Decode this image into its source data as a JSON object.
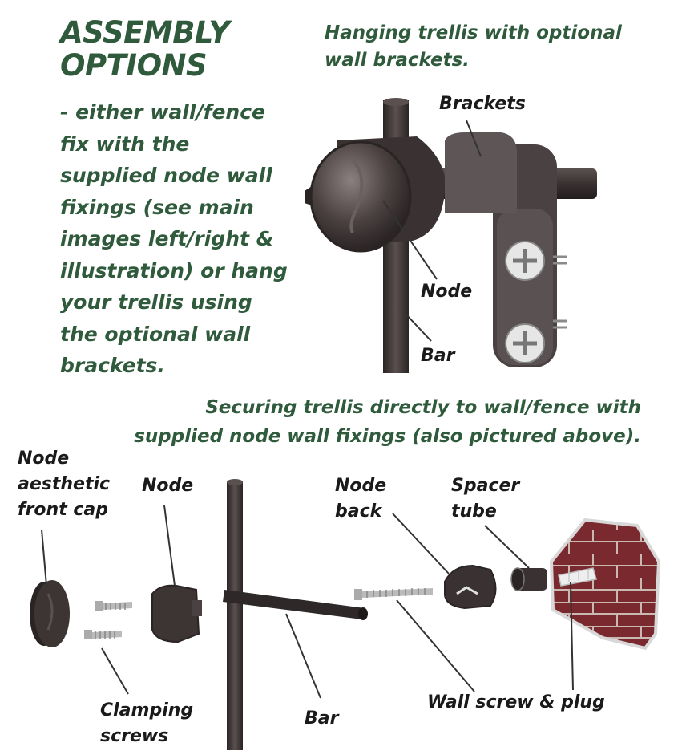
{
  "heading": "ASSEMBLY OPTIONS",
  "intro": "- either wall/fence fix with the supplied node wall fixings (see main images left/right & illustration) or hang your trellis using the optional wall brackets.",
  "caption_top": "Hanging trellis with optional wall brackets.",
  "caption_bottom": "Securing trellis directly to wall/fence with supplied node wall fixings (also pictured above).",
  "labels_top": {
    "brackets": "Brackets",
    "node": "Node",
    "bar": "Bar"
  },
  "labels_bottom": {
    "front_cap": "Node\naesthetic\nfront cap",
    "node": "Node",
    "node_back": "Node\nback",
    "spacer_tube": "Spacer\ntube",
    "clamping_screws": "Clamping\nscrews",
    "bar": "Bar",
    "wall_screw": "Wall screw & plug"
  },
  "colors": {
    "text_green": "#2f5a3c",
    "metal_dark": "#3d3434",
    "brick": "#7a2a2e"
  }
}
